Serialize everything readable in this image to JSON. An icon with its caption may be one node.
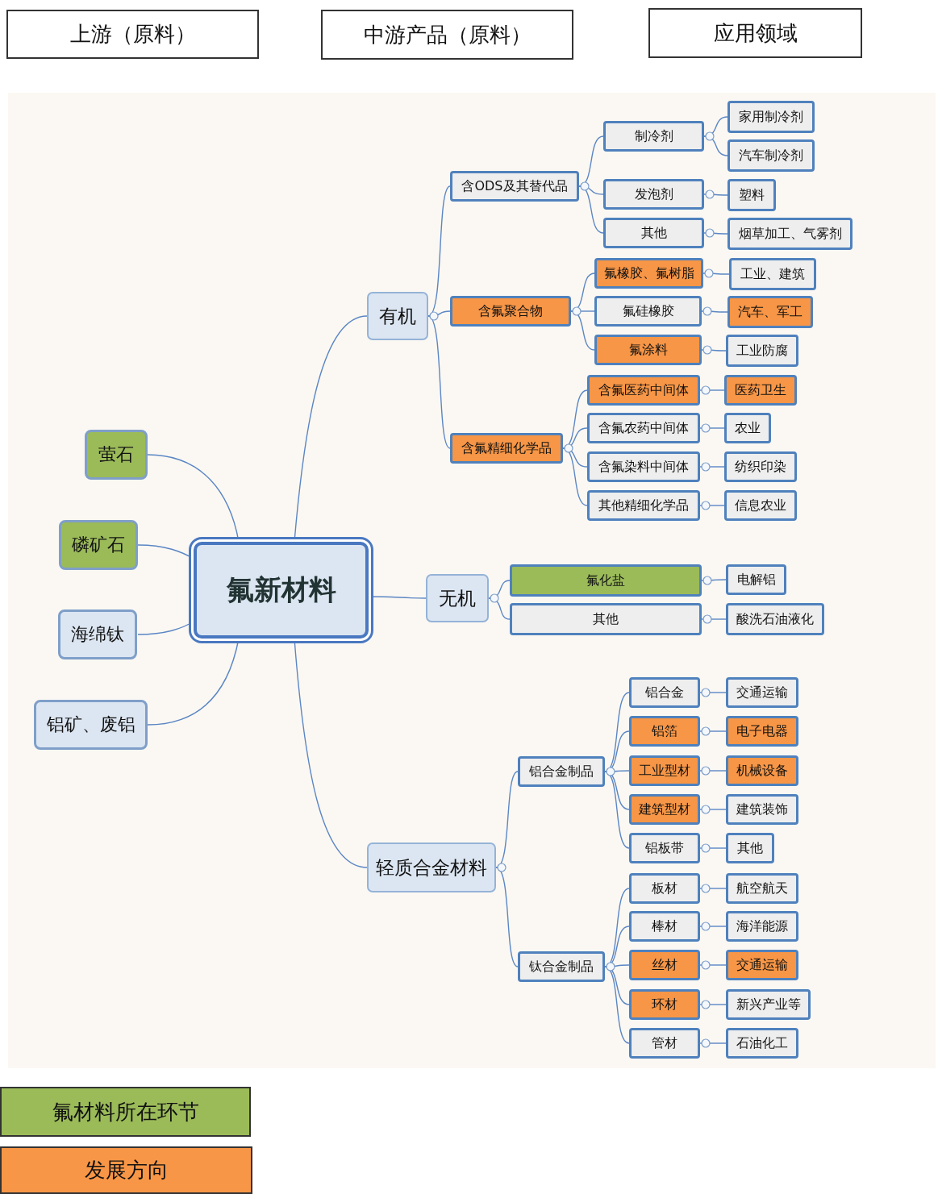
{
  "diagram": {
    "nodes": [
      {
        "text": [
          "上游（原料）"
        ]
      },
      {
        "text": [
          "中游产品（原料）"
        ]
      },
      {
        "text": [
          "应用领域"
        ]
      },
      {
        "text": [
          "萤石"
        ]
      },
      {
        "text": [
          "磷矿石"
        ]
      },
      {
        "text": [
          "海绵钛"
        ]
      },
      {
        "text": [
          "铝矿、废铝"
        ]
      },
      {
        "text": [
          "氟新材料"
        ]
      },
      {
        "text": [
          "有机"
        ]
      },
      {
        "text": [
          "无机"
        ]
      },
      {
        "text": [
          "轻质合金材料"
        ]
      },
      {
        "text": [
          "含ODS及其替代品"
        ]
      },
      {
        "text": [
          "含氟聚合物"
        ]
      },
      {
        "text": [
          "含氟精细化学品"
        ]
      },
      {
        "text": [
          "制冷剂"
        ]
      },
      {
        "text": [
          "家用制冷剂"
        ]
      },
      {
        "text": [
          "汽车制冷剂"
        ]
      },
      {
        "text": [
          "发泡剂"
        ]
      },
      {
        "text": [
          "塑料"
        ]
      },
      {
        "text": [
          "其他"
        ]
      },
      {
        "text": [
          "烟草加工、气雾剂"
        ]
      },
      {
        "text": [
          "氟橡胶、氟树脂"
        ]
      },
      {
        "text": [
          "工业、建筑"
        ]
      },
      {
        "text": [
          "氟硅橡胶"
        ]
      },
      {
        "text": [
          "汽车、军工"
        ]
      },
      {
        "text": [
          "氟涂料"
        ]
      },
      {
        "text": [
          "工业防腐"
        ]
      },
      {
        "text": [
          "含氟医药中间体"
        ]
      },
      {
        "text": [
          "医药卫生"
        ]
      },
      {
        "text": [
          "含氟农药中间体"
        ]
      },
      {
        "text": [
          "农业"
        ]
      },
      {
        "text": [
          "含氟染料中间体"
        ]
      },
      {
        "text": [
          "纺织印染"
        ]
      },
      {
        "text": [
          "其他精细化学品"
        ]
      },
      {
        "text": [
          "信息农业"
        ]
      },
      {
        "text": [
          "氟化盐"
        ]
      },
      {
        "text": [
          "电解铝"
        ]
      },
      {
        "text": [
          "其他"
        ]
      },
      {
        "text": [
          "酸洗石油液化"
        ]
      },
      {
        "text": [
          "铝合金制品"
        ]
      },
      {
        "text": [
          "钛合金制品"
        ]
      },
      {
        "text": [
          "铝合金"
        ]
      },
      {
        "text": [
          "交通运输"
        ]
      },
      {
        "text": [
          "铝箔"
        ]
      },
      {
        "text": [
          "电子电器"
        ]
      },
      {
        "text": [
          "工业型材"
        ]
      },
      {
        "text": [
          "机械设备"
        ]
      },
      {
        "text": [
          "建筑型材"
        ]
      },
      {
        "text": [
          "建筑装饰"
        ]
      },
      {
        "text": [
          "铝板带"
        ]
      },
      {
        "text": [
          "其他"
        ]
      },
      {
        "text": [
          "板材"
        ]
      },
      {
        "text": [
          "航空航天"
        ]
      },
      {
        "text": [
          "棒材"
        ]
      },
      {
        "text": [
          "海洋能源"
        ]
      },
      {
        "text": [
          "丝材"
        ]
      },
      {
        "text": [
          "交通运输"
        ]
      },
      {
        "text": [
          "环材"
        ]
      },
      {
        "text": [
          "新兴产业等"
        ]
      },
      {
        "text": [
          "管材"
        ]
      },
      {
        "text": [
          "石油化工"
        ]
      }
    ],
    "edges": [
      {
        "from": 3,
        "to": 7,
        "arrow": "none"
      },
      {
        "from": 4,
        "to": 7,
        "arrow": "none"
      },
      {
        "from": 5,
        "to": 7,
        "arrow": "none"
      },
      {
        "from": 6,
        "to": 7,
        "arrow": "none"
      },
      {
        "from": 7,
        "to": 8,
        "arrow": "none"
      },
      {
        "from": 7,
        "to": 9,
        "arrow": "none"
      },
      {
        "from": 7,
        "to": 10,
        "arrow": "none"
      },
      {
        "from": 8,
        "to": 11,
        "arrow": "none"
      },
      {
        "from": 8,
        "to": 12,
        "arrow": "none"
      },
      {
        "from": 8,
        "to": 13,
        "arrow": "none"
      },
      {
        "from": 11,
        "to": 14,
        "arrow": "none"
      },
      {
        "from": 11,
        "to": 17,
        "arrow": "none"
      },
      {
        "from": 11,
        "to": 19,
        "arrow": "none"
      },
      {
        "from": 14,
        "to": 15,
        "arrow": "none"
      },
      {
        "from": 14,
        "to": 16,
        "arrow": "none"
      },
      {
        "from": 17,
        "to": 18,
        "arrow": "none"
      },
      {
        "from": 19,
        "to": 20,
        "arrow": "none"
      },
      {
        "from": 12,
        "to": 21,
        "arrow": "none"
      },
      {
        "from": 12,
        "to": 23,
        "arrow": "none"
      },
      {
        "from": 12,
        "to": 25,
        "arrow": "none"
      },
      {
        "from": 21,
        "to": 22,
        "arrow": "none"
      },
      {
        "from": 23,
        "to": 24,
        "arrow": "none"
      },
      {
        "from": 25,
        "to": 26,
        "arrow": "none"
      },
      {
        "from": 13,
        "to": 27,
        "arrow": "none"
      },
      {
        "from": 13,
        "to": 29,
        "arrow": "none"
      },
      {
        "from": 13,
        "to": 31,
        "arrow": "none"
      },
      {
        "from": 13,
        "to": 33,
        "arrow": "none"
      },
      {
        "from": 27,
        "to": 28,
        "arrow": "none"
      },
      {
        "from": 29,
        "to": 30,
        "arrow": "none"
      },
      {
        "from": 31,
        "to": 32,
        "arrow": "none"
      },
      {
        "from": 33,
        "to": 34,
        "arrow": "none"
      },
      {
        "from": 9,
        "to": 35,
        "arrow": "none"
      },
      {
        "from": 9,
        "to": 37,
        "arrow": "none"
      },
      {
        "from": 35,
        "to": 36,
        "arrow": "none"
      },
      {
        "from": 37,
        "to": 38,
        "arrow": "none"
      },
      {
        "from": 10,
        "to": 39,
        "arrow": "none"
      },
      {
        "from": 10,
        "to": 40,
        "arrow": "none"
      },
      {
        "from": 39,
        "to": 41,
        "arrow": "none"
      },
      {
        "from": 39,
        "to": 43,
        "arrow": "none"
      },
      {
        "from": 39,
        "to": 45,
        "arrow": "none"
      },
      {
        "from": 39,
        "to": 47,
        "arrow": "none"
      },
      {
        "from": 39,
        "to": 49,
        "arrow": "none"
      },
      {
        "from": 41,
        "to": 42,
        "arrow": "none"
      },
      {
        "from": 43,
        "to": 44,
        "arrow": "none"
      },
      {
        "from": 45,
        "to": 46,
        "arrow": "none"
      },
      {
        "from": 47,
        "to": 48,
        "arrow": "none"
      },
      {
        "from": 49,
        "to": 50,
        "arrow": "none"
      },
      {
        "from": 40,
        "to": 51,
        "arrow": "none"
      },
      {
        "from": 40,
        "to": 53,
        "arrow": "none"
      },
      {
        "from": 40,
        "to": 55,
        "arrow": "none"
      },
      {
        "from": 40,
        "to": 57,
        "arrow": "none"
      },
      {
        "from": 40,
        "to": 59,
        "arrow": "none"
      },
      {
        "from": 51,
        "to": 52,
        "arrow": "none"
      },
      {
        "from": 53,
        "to": 54,
        "arrow": "none"
      },
      {
        "from": 55,
        "to": 56,
        "arrow": "none"
      },
      {
        "from": 57,
        "to": 58,
        "arrow": "none"
      },
      {
        "from": 59,
        "to": 60,
        "arrow": "none"
      }
    ],
    "legend": [
      {
        "text": "氟材料所在环节",
        "color": "#9bbb59"
      },
      {
        "text": "发展方向",
        "color": "#f79646"
      }
    ]
  }
}
